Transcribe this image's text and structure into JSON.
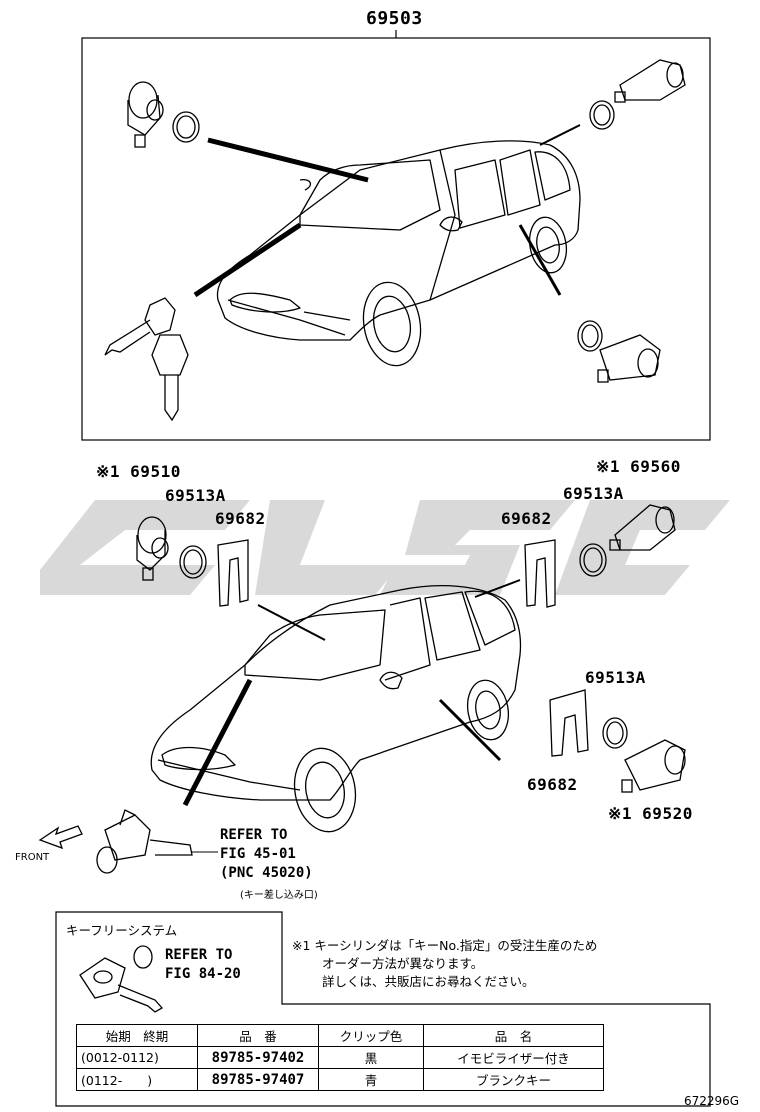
{
  "diagram": {
    "top_part_number": "69503",
    "lower_labels": {
      "p69510": "※1 69510",
      "p69513a_left": "69513A",
      "p69682_left": "69682",
      "p69682_right": "69682",
      "p69513a_right": "69513A",
      "p69560": "※1 69560",
      "p69513a_lower": "69513A",
      "p69682_lower": "69682",
      "p69520": "※1 69520"
    },
    "reference_ignition": {
      "line1": "REFER TO",
      "line2": "FIG 45-01",
      "line3": "(PNC 45020)",
      "note": "(キー差し込み口)"
    },
    "front_label": "FRONT",
    "watermark": "CLSC",
    "figure_code": "672296G"
  },
  "keyfree_box": {
    "title": "キーフリーシステム",
    "refer_line1": "REFER TO",
    "refer_line2": "FIG 84-20"
  },
  "footnote": {
    "line1": "※1 キーシリンダは「キーNo.指定」の受注生産のため",
    "line2": "オーダー方法が異なります。",
    "line3": "詳しくは、共販店にお尋ねください。"
  },
  "table": {
    "headers": [
      "始期　終期",
      "品　番",
      "クリップ色",
      "品　名"
    ],
    "rows": [
      {
        "period": "(0012-0112)",
        "part_no": "89785-97402",
        "clip": "黒"
      },
      {
        "period": "(0112-　　)",
        "part_no": "89785-97407",
        "clip": "青"
      }
    ],
    "name_line1": "イモビライザー付き",
    "name_line2": "ブランクキー"
  }
}
